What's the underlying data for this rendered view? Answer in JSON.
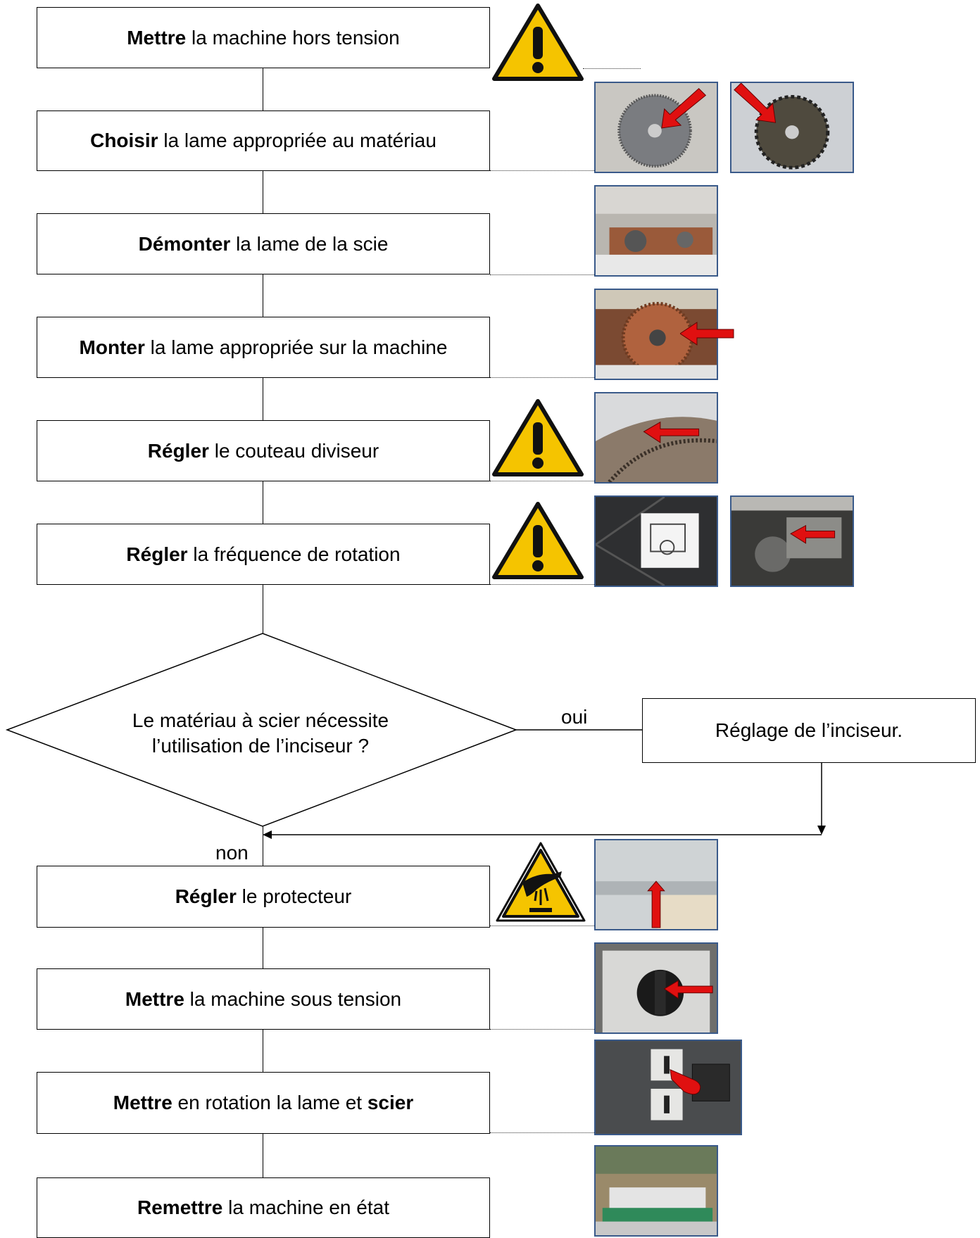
{
  "steps": [
    {
      "verb": "Mettre",
      "rest": " la machine hors tension"
    },
    {
      "verb": "Choisir",
      "rest": " la lame appropriée au matériau"
    },
    {
      "verb": "Démonter",
      "rest": " la lame de la scie"
    },
    {
      "verb": "Monter",
      "rest": " la lame appropriée sur la machine"
    },
    {
      "verb": "Régler",
      "rest": " le couteau diviseur"
    },
    {
      "verb": "Régler",
      "rest": " la fréquence de rotation"
    },
    {
      "verb": "Régler",
      "rest": " le protecteur"
    },
    {
      "verb": "Mettre",
      "rest": " la machine sous tension"
    },
    {
      "verb": "Mettre",
      "rest": " en rotation la lame et ",
      "verb2": "scier"
    },
    {
      "verb": "Remettre",
      "rest": " la machine en état"
    }
  ],
  "decision": {
    "line1": "Le matériau à scier nécessite",
    "line2": "l’utilisation de l’inciseur ?",
    "yes_label": "oui",
    "no_label": "non",
    "yes_action": "Réglage de l’inciseur."
  },
  "colors": {
    "warning_yellow": "#f5c400",
    "arrow_red": "#e01010",
    "photo_border": "#3a5a8a"
  },
  "icons": [
    "warning-triangle-icon",
    "hand-hazard-icon",
    "red-arrow-icon"
  ]
}
